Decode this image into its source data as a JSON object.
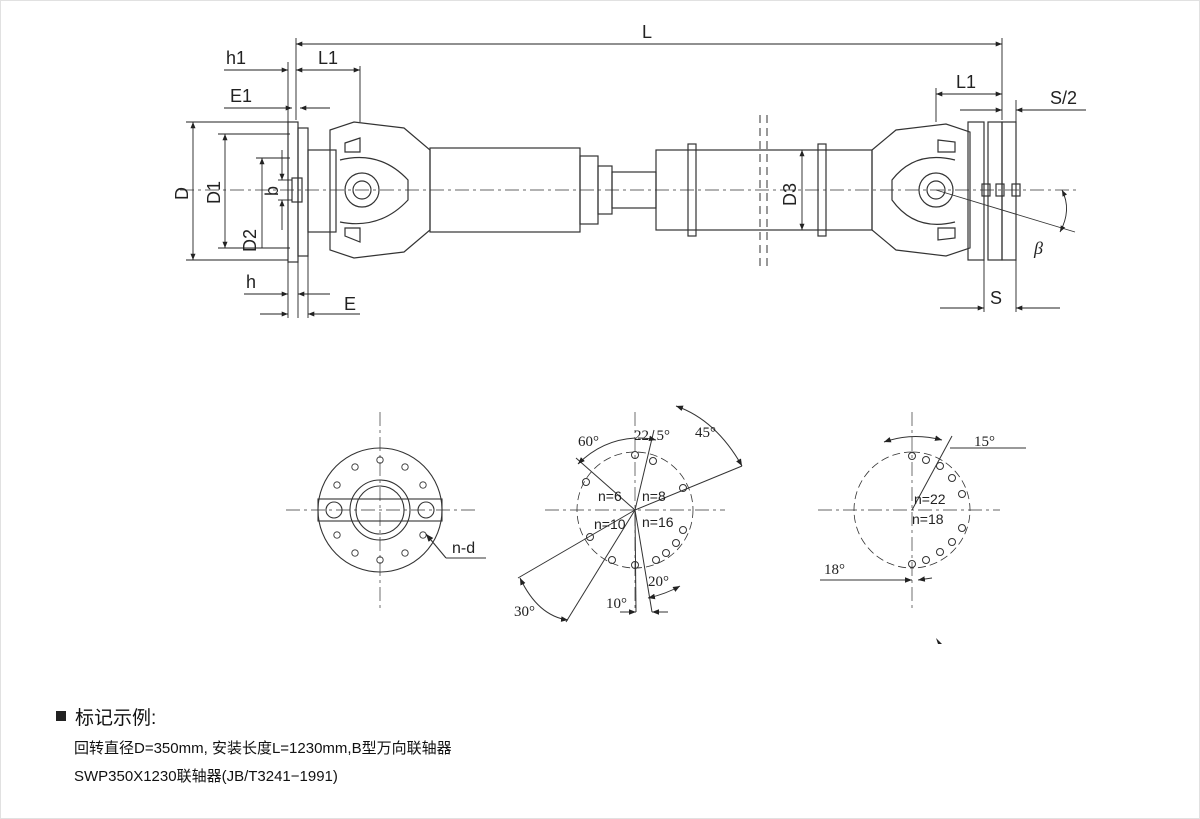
{
  "main_view": {
    "dim_L": "L",
    "dim_L1_left": "L1",
    "dim_L1_right": "L1",
    "dim_h1": "h1",
    "dim_E1": "E1",
    "dim_D": "D",
    "dim_D1": "D1",
    "dim_D2": "D2",
    "dim_b": "b",
    "dim_h": "h",
    "dim_E": "E",
    "dim_D3": "D3",
    "dim_S_half": "S/2",
    "dim_S": "S",
    "dim_beta": "β"
  },
  "flange_views": {
    "left": {
      "hole_label": "n-d"
    },
    "middle": {
      "n6": "n=6",
      "n8": "n=8",
      "n10": "n=10",
      "n16": "n=16",
      "a60": "60°",
      "a22_5": "22. 5°",
      "a45": "45°",
      "a30": "30°",
      "a10": "10°",
      "a20": "20°"
    },
    "right": {
      "n22": "n=22",
      "n18": "n=18",
      "a15": "15°",
      "a18": "18°"
    }
  },
  "caption": {
    "heading": "标记示例:",
    "line1": "回转直径D=350mm, 安装长度L=1230mm,B型万向联轴器",
    "line2": "SWP350X1230联轴器(JB/T3241−1991)"
  }
}
